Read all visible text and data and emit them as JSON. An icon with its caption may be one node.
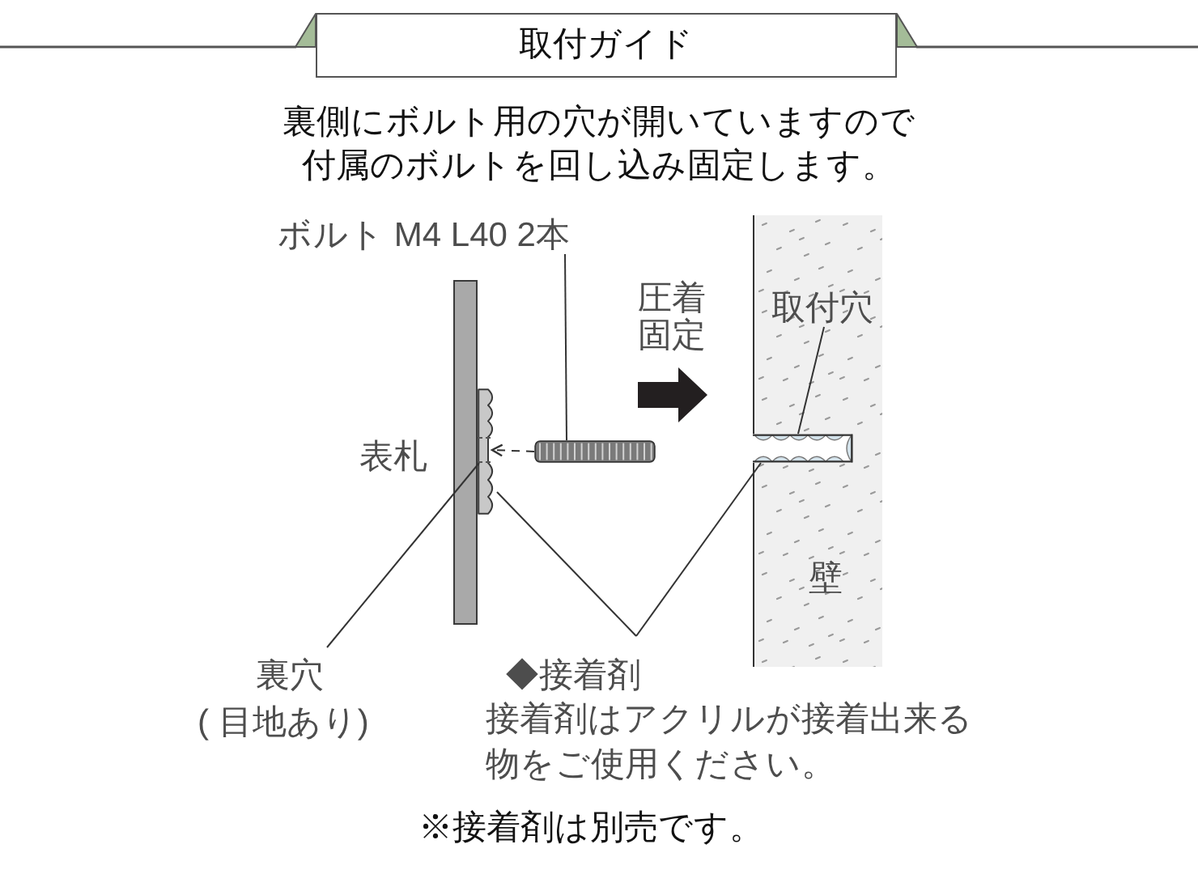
{
  "diagram": {
    "title": "取付ガイド",
    "nodes": [
      {
        "text": [
          "ボルト M4 L40 2本"
        ]
      },
      {
        "text": [],
        "shape": "picture"
      },
      {
        "text": [],
        "shape": "bar",
        "beside": [
          "表札"
        ]
      },
      {
        "text": [],
        "shape": "picture"
      },
      {
        "text": [],
        "shape": "box",
        "in": 3
      },
      {
        "text": [
          "壁"
        ]
      },
      {
        "text": [
          "取付穴"
        ],
        "in": 5
      },
      {
        "text": [],
        "shape": "box",
        "in": 5
      },
      {
        "text": [
          "裏穴",
          "( 目地あり)"
        ]
      },
      {
        "text": [
          "◆接着剤",
          "接着剤はアクリルが接着出来る物をご使用ください。"
        ]
      }
    ],
    "edges": [
      {
        "from": 0,
        "to": 1,
        "arrow": "none"
      },
      {
        "from": 1,
        "to": 4,
        "arrow": "to",
        "style": "dashed"
      },
      {
        "from": 6,
        "to": 7,
        "arrow": "none"
      },
      {
        "from": 8,
        "to": 4,
        "arrow": "none"
      },
      {
        "from": 9,
        "to": 3,
        "arrow": "none"
      },
      {
        "from": 9,
        "to": 7,
        "arrow": "none"
      }
    ],
    "labels": [
      "裏側にボルト用の穴が開いていますので付属のボルトを回し込み固定します。",
      "圧着固定",
      "※接着剤は別売です。"
    ]
  }
}
